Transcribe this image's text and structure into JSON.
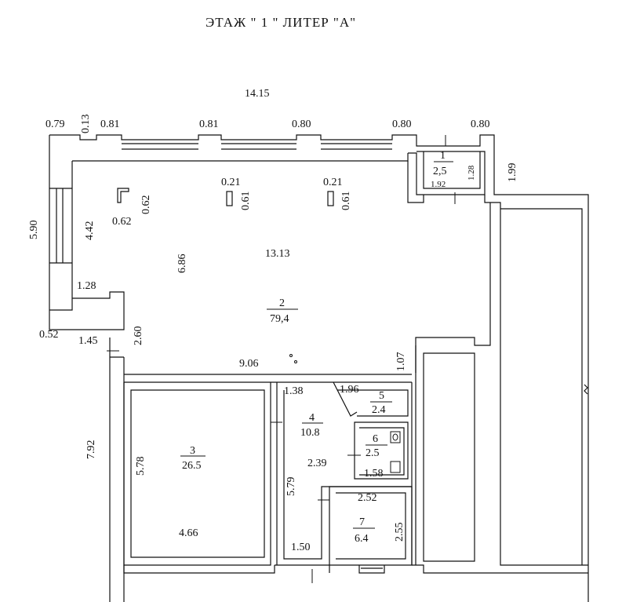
{
  "title": "ЭТАЖ \" 1 \"  ЛИТЕР \"А\"",
  "overall_width": "14.15",
  "top_dims": {
    "d1": "0.79",
    "d2": "0.13",
    "d3": "0.81",
    "d4": "0.81",
    "d5": "0.80",
    "d6": "0.80",
    "d7": "0.80",
    "d8": "1.99"
  },
  "left_dims": {
    "total_upper": "5.90",
    "window_height": "4.42",
    "ledge": "1.28",
    "offset": "0.52",
    "step": "1.45",
    "step_height": "2.60",
    "lower_total": "7.92"
  },
  "room1": {
    "number": "1",
    "area": "2,5",
    "width": "1.92",
    "height": "1.28"
  },
  "room2": {
    "number": "2",
    "area": "79,4",
    "length": "13.13",
    "depth": "6.86",
    "corner_a": "0.62",
    "corner_b": "0.62",
    "column1_w": "0.21",
    "column1_h": "0.61",
    "column2_w": "0.21",
    "column2_h": "0.61",
    "bottom_length": "9.06",
    "right_step": "1.07"
  },
  "room3": {
    "number": "3",
    "area": "26.5",
    "height": "5.78",
    "width": "4.66"
  },
  "room4": {
    "number": "4",
    "area": "10.8",
    "top_width": "1.38",
    "height": "5.79",
    "inner_width": "2.39",
    "bottom_width": "1.50"
  },
  "room5": {
    "number": "5",
    "area": "2.4",
    "width": "1.96"
  },
  "room6": {
    "number": "6",
    "area": "2.5",
    "width": "1.58"
  },
  "room7": {
    "number": "7",
    "area": "6.4",
    "width": "2.52",
    "height": "2.55"
  }
}
